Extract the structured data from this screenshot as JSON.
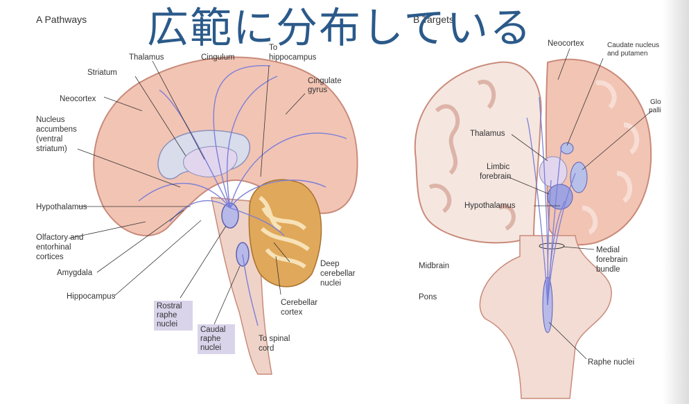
{
  "overlay_title": "広範に分布している",
  "panel_a": {
    "title": "A  Pathways",
    "labels": {
      "thalamus": "Thalamus",
      "cingulum": "Cingulum",
      "to_hippocampus_1": "To",
      "to_hippocampus_2": "hippocampus",
      "striatum": "Striatum",
      "cingulate_gyrus_1": "Cingulate",
      "cingulate_gyrus_2": "gyrus",
      "neocortex": "Neocortex",
      "nucleus_accumbens_1": "Nucleus",
      "nucleus_accumbens_2": "accumbens",
      "nucleus_accumbens_3": "(ventral",
      "nucleus_accumbens_4": "striatum)",
      "hypothalamus": "Hypothalamus",
      "olfactory_1": "Olfactory and",
      "olfactory_2": "entorhinal",
      "olfactory_3": "cortices",
      "amygdala": "Amygdala",
      "hippocampus": "Hippocampus",
      "deep_cerebellar_1": "Deep",
      "deep_cerebellar_2": "cerebellar",
      "deep_cerebellar_3": "nuclei",
      "cerebellar_cortex_1": "Cerebellar",
      "cerebellar_cortex_2": "cortex",
      "to_spinal_cord_1": "To spinal",
      "to_spinal_cord_2": "cord"
    },
    "boxes": {
      "rostral_1": "Rostral",
      "rostral_2": "raphe",
      "rostral_3": "nuclei",
      "caudal_1": "Caudal",
      "caudal_2": "raphe",
      "caudal_3": "nuclei"
    }
  },
  "panel_b": {
    "title": "B  Targets",
    "labels": {
      "neocortex": "Neocortex",
      "caudate_1": "Caudate nucleus",
      "caudate_2": "and putamen",
      "globus_1": "Globus",
      "globus_2": "pallidus",
      "thalamus": "Thalamus",
      "limbic_1": "Limbic",
      "limbic_2": "forebrain",
      "hypothalamus": "Hypothalamus",
      "medial_1": "Medial",
      "medial_2": "forebrain",
      "medial_3": "bundle",
      "midbrain": "Midbrain",
      "pons": "Pons",
      "raphe": "Raphe nuclei"
    }
  },
  "colors": {
    "cortex": "#f2c4b4",
    "cortex_edge": "#c98a7a",
    "pathway": "#7b7fd8",
    "cerebellum": "#e0a85a",
    "raphe_box": "#d9d4ea",
    "title_overlay": "#2b5a8a"
  }
}
